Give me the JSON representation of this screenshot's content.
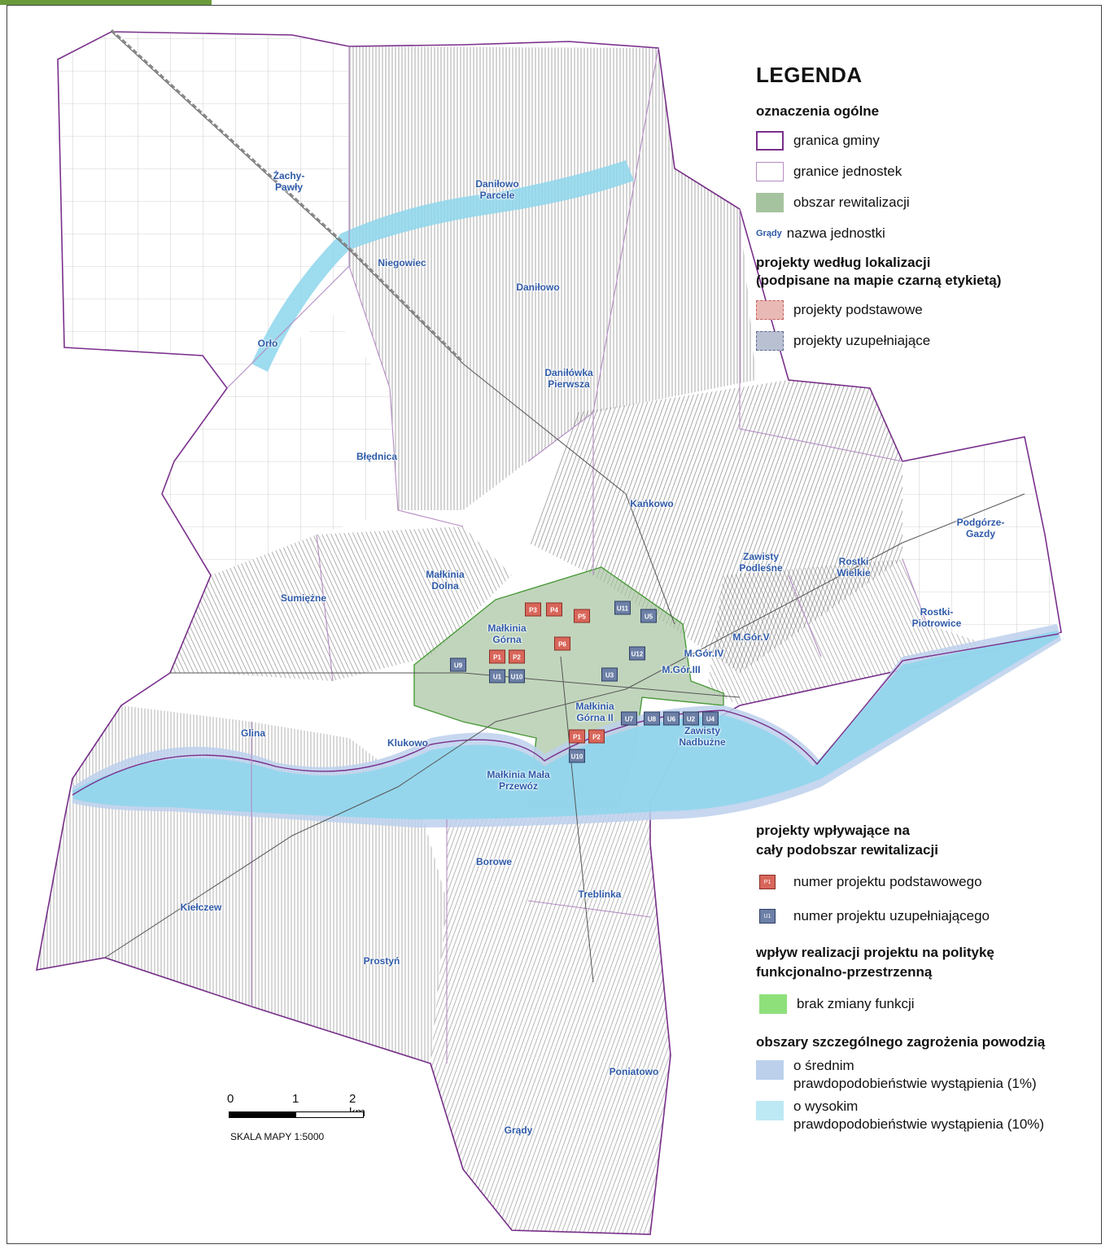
{
  "legend": {
    "title": "LEGENDA",
    "general_header": "oznaczenia ogólne",
    "general_items": [
      {
        "label": "granica gminy",
        "color": "#7a2f8c"
      },
      {
        "label": "granice jednostek",
        "color": "#b48cc4"
      },
      {
        "label": "obszar rewitalizacji",
        "color": "#a6c3a0"
      },
      {
        "label": "nazwa jednostki",
        "sample": "Grądy",
        "color": "#2e5aa8"
      }
    ],
    "location_header": "projekty według lokalizacji\n(podpisane na mapie czarną etykietą)",
    "location_items": [
      {
        "label": "projekty podstawowe",
        "color": "#e9b9b5"
      },
      {
        "label": "projekty uzupełniające",
        "color": "#b9c0d2"
      }
    ],
    "whole_area_header": "projekty wpływające na\ncały podobszar rewitalizacji",
    "whole_area_items": [
      {
        "label": "numer projektu podstawowego",
        "badge": "P1",
        "color": "#d9665a"
      },
      {
        "label": "numer projektu uzupełniającego",
        "badge": "U1",
        "color": "#6c7fa6"
      }
    ],
    "policy_header": "wpływ realizacji projektu na politykę\nfunkcjonalno-przestrzenną",
    "policy_items": [
      {
        "label": "brak zmiany funkcji",
        "color": "#8ee07a"
      }
    ],
    "flood_header": "obszary szczególnego zagrożenia powodzią",
    "flood_items": [
      {
        "label": "o średnim\nprawdopodobieństwie wystąpienia (1%)",
        "color": "#bcd0ec"
      },
      {
        "label": "o wysokim\nprawdopodobieństwie wystąpienia (10%)",
        "color": "#bde9f4"
      }
    ]
  },
  "scale": {
    "ticks": [
      "0",
      "1",
      "2 km"
    ],
    "caption": "SKALA MAPY 1:5000"
  },
  "units": [
    {
      "name": "Żachy-\nPawły"
    },
    {
      "name": "Daniłowo\nParcele"
    },
    {
      "name": "Niegowiec"
    },
    {
      "name": "Daniłowo"
    },
    {
      "name": "Orło"
    },
    {
      "name": "Daniłówka\nPierwsza"
    },
    {
      "name": "Błędnica"
    },
    {
      "name": "Kańkowo"
    },
    {
      "name": "Podgórze-\nGazdy"
    },
    {
      "name": "Zawisty\nPodleśne"
    },
    {
      "name": "Rostki\nWielkie"
    },
    {
      "name": "Małkinia\nDolna"
    },
    {
      "name": "Sumiężne"
    },
    {
      "name": "Małkinia\nGórna"
    },
    {
      "name": "Rostki-\nPiotrowice"
    },
    {
      "name": "M.Gór.IV"
    },
    {
      "name": "M.Gór.V"
    },
    {
      "name": "M.Gór.III"
    },
    {
      "name": "Małkinia\nGórna II"
    },
    {
      "name": "Zawisty\nNadbużne"
    },
    {
      "name": "Glina"
    },
    {
      "name": "Klukowo"
    },
    {
      "name": "Małkinia Mała\nPrzewóz"
    },
    {
      "name": "Borowe"
    },
    {
      "name": "Kiełczew"
    },
    {
      "name": "Treblinka"
    },
    {
      "name": "Prostyń"
    },
    {
      "name": "Poniatowo"
    },
    {
      "name": "Grądy"
    }
  ],
  "projects": [
    {
      "label": "P3",
      "kind": "p"
    },
    {
      "label": "P4",
      "kind": "p"
    },
    {
      "label": "P5",
      "kind": "p"
    },
    {
      "label": "U11",
      "kind": "u"
    },
    {
      "label": "U5",
      "kind": "u"
    },
    {
      "label": "P1",
      "kind": "p"
    },
    {
      "label": "P2",
      "kind": "p"
    },
    {
      "label": "P6",
      "kind": "p"
    },
    {
      "label": "U9",
      "kind": "u"
    },
    {
      "label": "U1",
      "kind": "u"
    },
    {
      "label": "U10",
      "kind": "u"
    },
    {
      "label": "U12",
      "kind": "u"
    },
    {
      "label": "U3",
      "kind": "u"
    },
    {
      "label": "U7",
      "kind": "u"
    },
    {
      "label": "U8",
      "kind": "u"
    },
    {
      "label": "U6",
      "kind": "u"
    },
    {
      "label": "U2",
      "kind": "u"
    },
    {
      "label": "U4",
      "kind": "u"
    },
    {
      "label": "P1",
      "kind": "p"
    },
    {
      "label": "P2",
      "kind": "p"
    },
    {
      "label": "U10",
      "kind": "u"
    }
  ]
}
